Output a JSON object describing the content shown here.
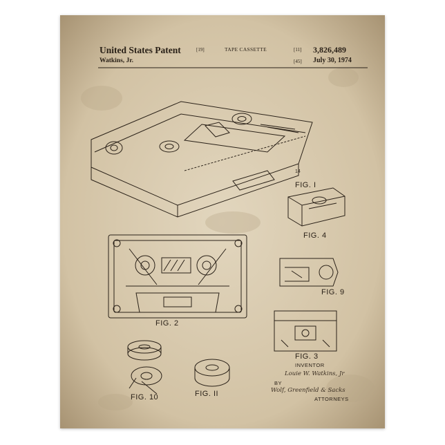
{
  "header": {
    "title": "United States Patent",
    "bracket_19": "[19]",
    "subject": "TAPE CASSETTE",
    "bracket_11": "[11]",
    "patent_number": "3,826,489",
    "author": "Watkins, Jr.",
    "bracket_45": "[45]",
    "date": "July 30, 1974"
  },
  "figures": {
    "fig1": "FIG. I",
    "fig2": "FIG. 2",
    "fig3": "FIG. 3",
    "fig4": "FIG. 4",
    "fig9": "FIG. 9",
    "fig10": "FIG. 10",
    "fig11": "FIG. II"
  },
  "attribution": {
    "inventor_label": "INVENTOR",
    "inventor_signature": "Louie W. Watkins, Jr",
    "by_label": "BY",
    "attorney_signature": "Wolf, Greenfield & Sacks",
    "attorneys_label": "ATTORNEYS"
  },
  "colors": {
    "paper": "#d9cbb0",
    "ink": "#2a2118",
    "page_background": "#ffffff"
  }
}
